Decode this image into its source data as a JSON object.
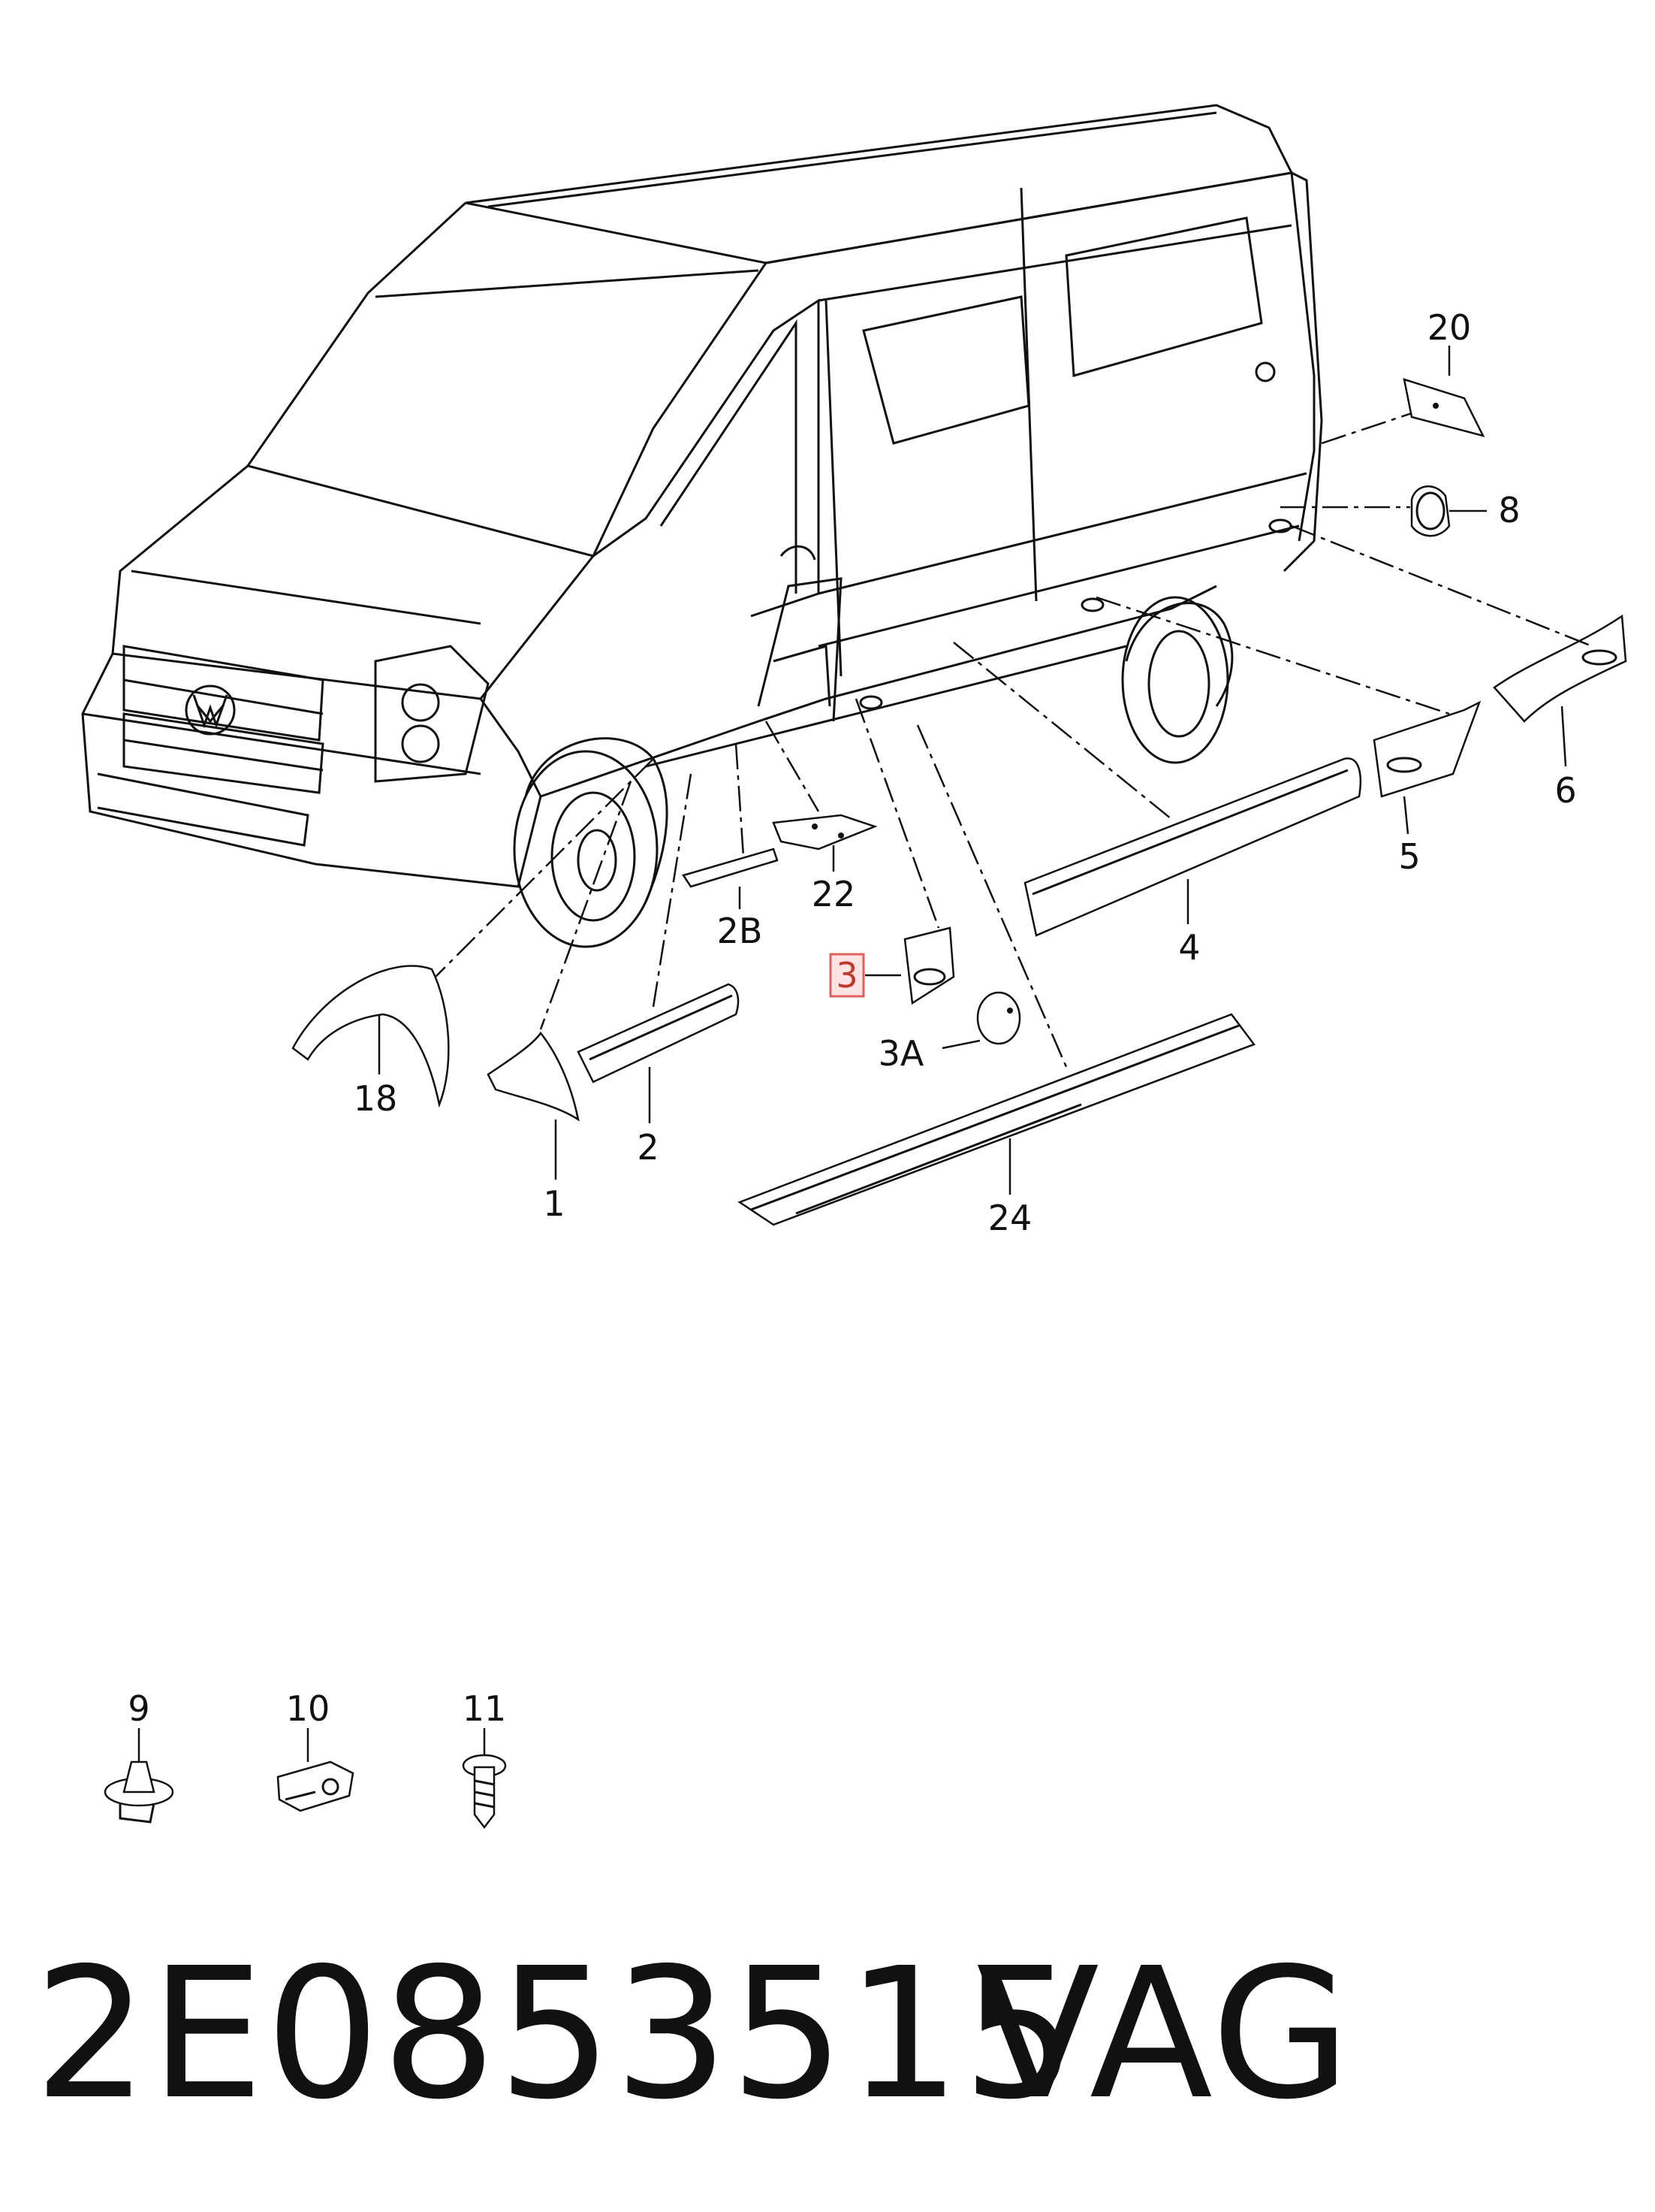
{
  "diagram": {
    "callouts": {
      "c1": "1",
      "c2": "2",
      "c2B": "2B",
      "c3": "3",
      "c3A": "3A",
      "c4": "4",
      "c5": "5",
      "c6": "6",
      "c8": "8",
      "c9": "9",
      "c10": "10",
      "c11": "11",
      "c18": "18",
      "c20": "20",
      "c22": "22",
      "c24": "24"
    },
    "highlighted_callout": "3",
    "highlight_color": "#e06060"
  },
  "footer": {
    "part_number": "2E0853515",
    "brand": "VAG"
  }
}
